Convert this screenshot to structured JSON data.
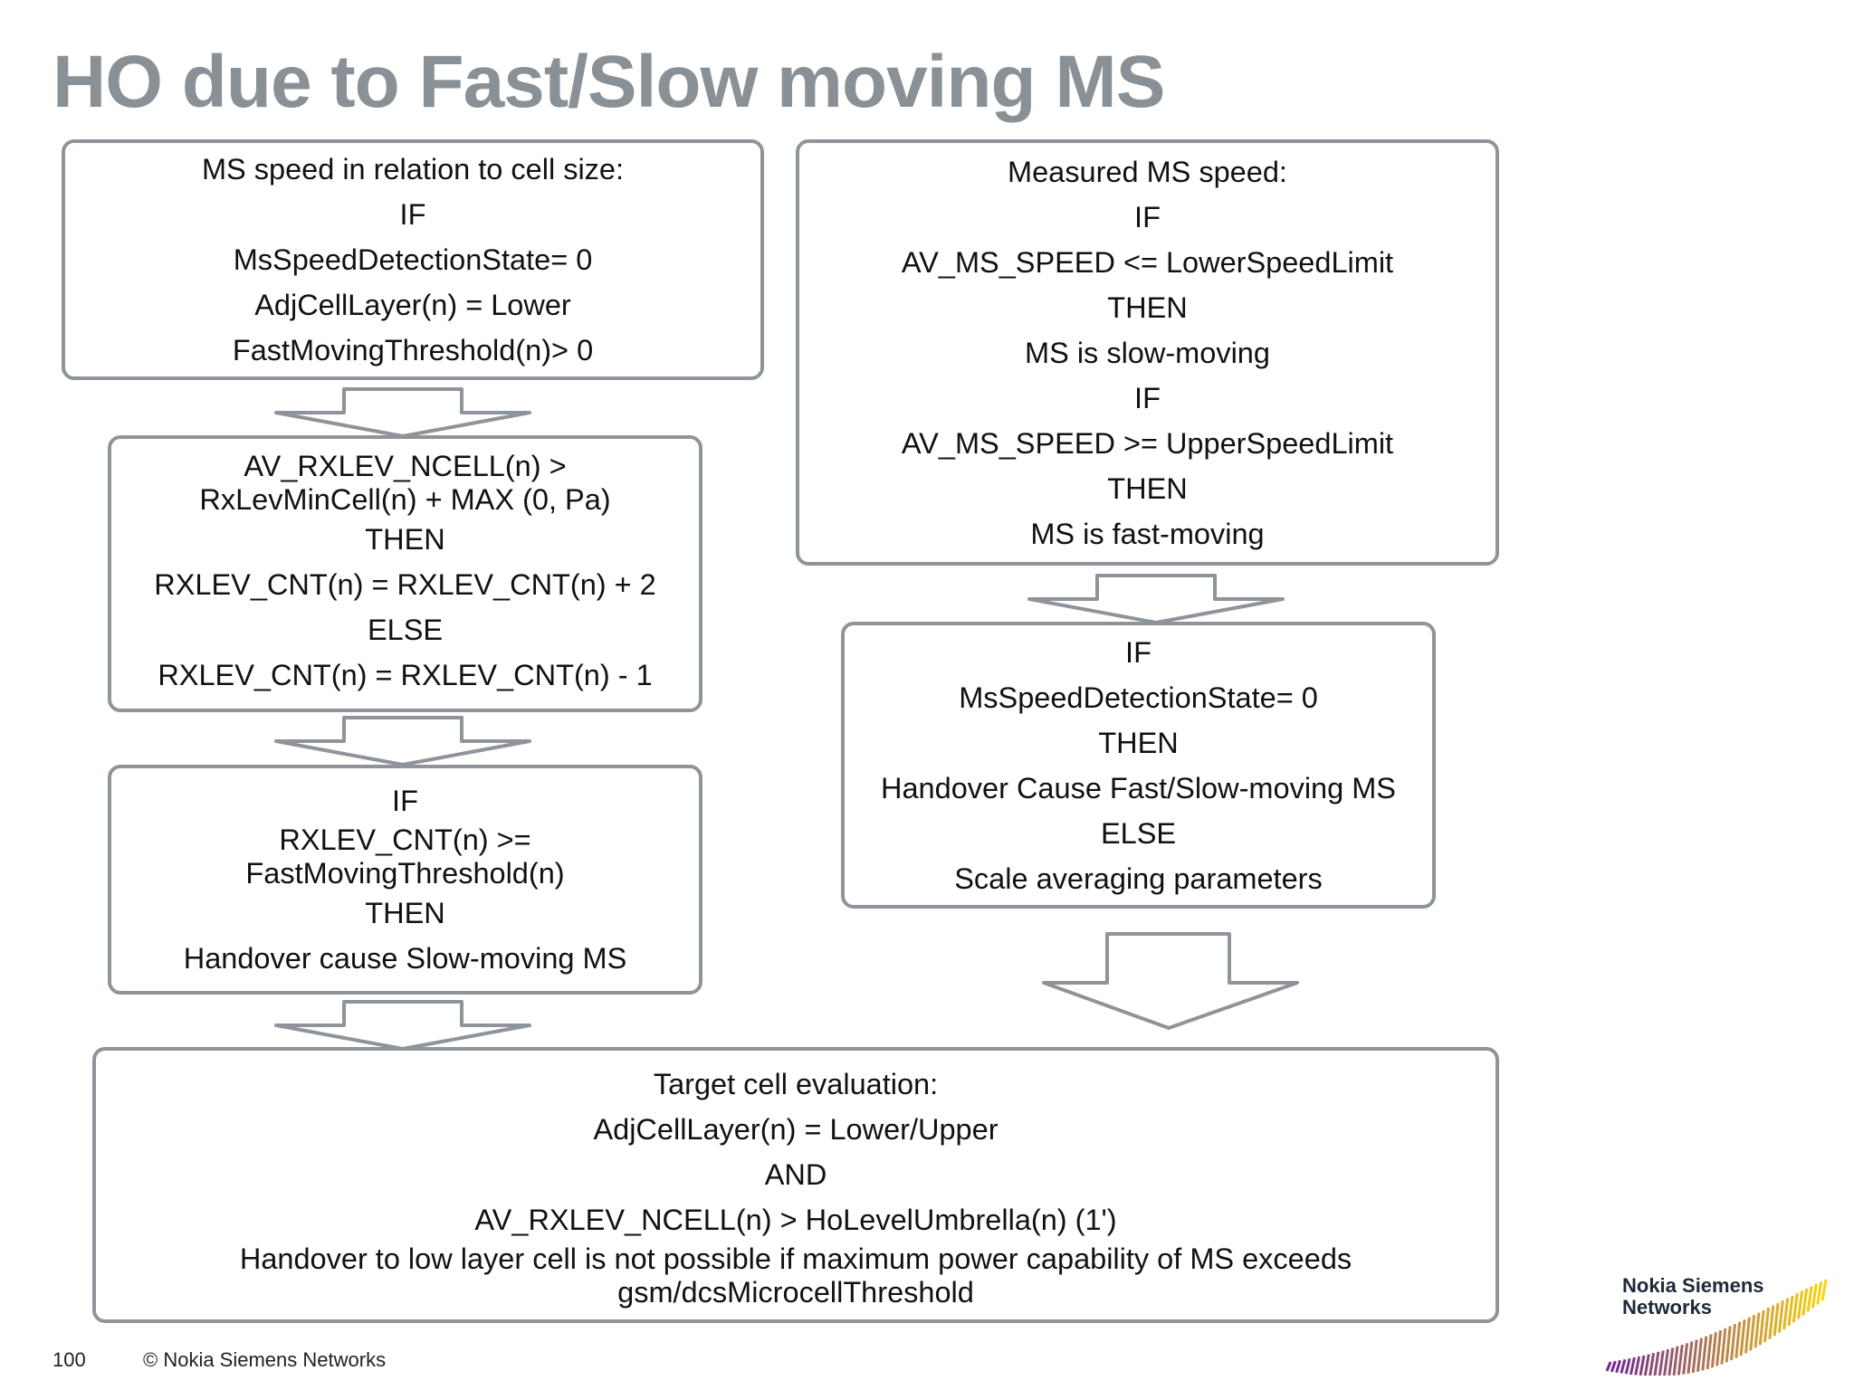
{
  "title": "HO due to Fast/Slow moving MS",
  "boxes": {
    "b1": [
      "MS speed in relation to cell size:",
      "IF",
      "MsSpeedDetectionState= 0",
      "AdjCellLayer(n) = Lower",
      "FastMovingThreshold(n)> 0"
    ],
    "b2": [
      "AV_RXLEV_NCELL(n) >",
      "RxLevMinCell(n) + MAX (0, Pa)",
      "THEN",
      "RXLEV_CNT(n) = RXLEV_CNT(n) + 2",
      "ELSE",
      "RXLEV_CNT(n) = RXLEV_CNT(n) - 1"
    ],
    "b3": [
      "IF",
      "RXLEV_CNT(n) >=",
      "FastMovingThreshold(n)",
      "THEN",
      "Handover cause Slow-moving MS"
    ],
    "b4": [
      "Measured MS speed:",
      "IF",
      "AV_MS_SPEED <= LowerSpeedLimit",
      "THEN",
      "MS is slow-moving",
      "IF",
      "AV_MS_SPEED >= UpperSpeedLimit",
      "THEN",
      "MS is fast-moving"
    ],
    "b5": [
      "IF",
      "MsSpeedDetectionState= 0",
      "THEN",
      "Handover Cause Fast/Slow-moving MS",
      "ELSE",
      "Scale averaging parameters"
    ],
    "b6": [
      "Target cell evaluation:",
      "AdjCellLayer(n) = Lower/Upper",
      "AND",
      "AV_RXLEV_NCELL(n) > HoLevelUmbrella(n) (1')",
      "Handover to low layer cell is not possible if maximum power capability of MS exceeds",
      "gsm/dcsMicrocellThreshold"
    ]
  },
  "footer": {
    "page_number": "100",
    "copyright": "© Nokia Siemens Networks"
  },
  "logo": {
    "line1": "Nokia Siemens",
    "line2": "Networks"
  },
  "colors": {
    "title": "#8a9196",
    "border": "#8e9499",
    "text": "#111111"
  }
}
